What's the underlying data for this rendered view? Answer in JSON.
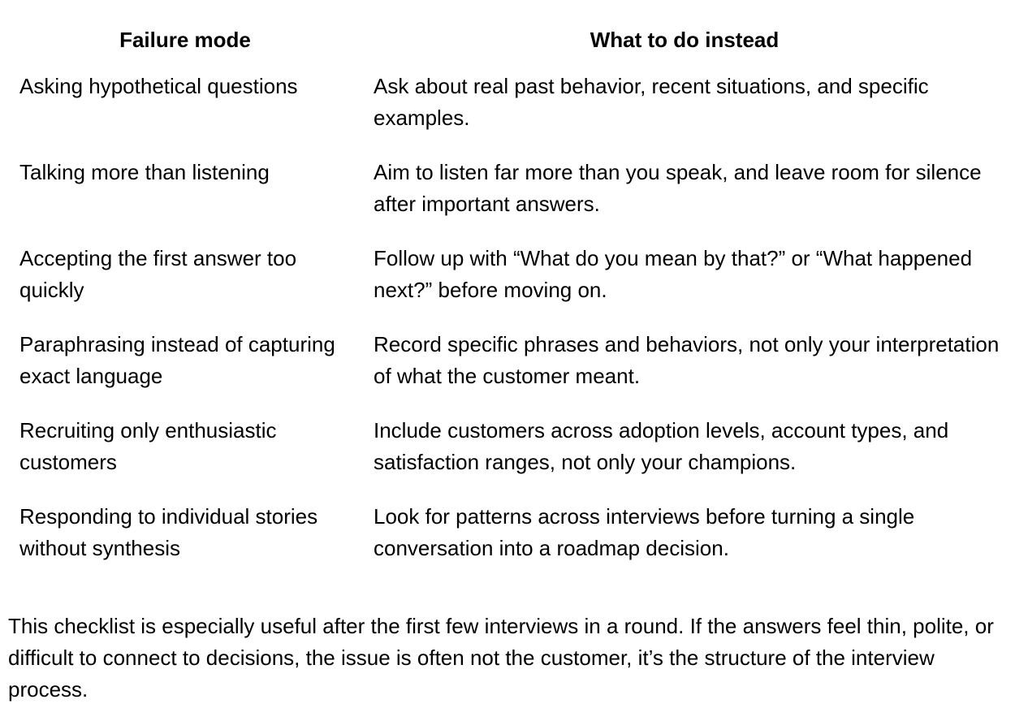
{
  "table": {
    "headers": [
      "Failure mode",
      "What to do instead"
    ],
    "rows": [
      {
        "failure": "Asking hypothetical questions",
        "remedy": "Ask about real past behavior, recent situations, and specific examples."
      },
      {
        "failure": "Talking more than listening",
        "remedy": "Aim to listen far more than you speak, and leave room for silence after important answers."
      },
      {
        "failure": "Accepting the first answer too quickly",
        "remedy": "Follow up with “What do you mean by that?” or “What happened next?” before moving on."
      },
      {
        "failure": "Paraphrasing instead of capturing exact language",
        "remedy": "Record specific phrases and behaviors, not only your interpretation of what the customer meant."
      },
      {
        "failure": "Recruiting only enthusiastic customers",
        "remedy": "Include customers across adoption levels, account types, and satisfaction ranges, not only your champions."
      },
      {
        "failure": "Responding to individual stories without synthesis",
        "remedy": "Look for patterns across interviews before turning a single conversation into a roadmap decision."
      }
    ]
  },
  "note": "This checklist is especially useful after the first few interviews in a round. If the answers feel thin, polite, or difficult to connect to decisions, the issue is often not the customer, it’s the structure of the interview process."
}
